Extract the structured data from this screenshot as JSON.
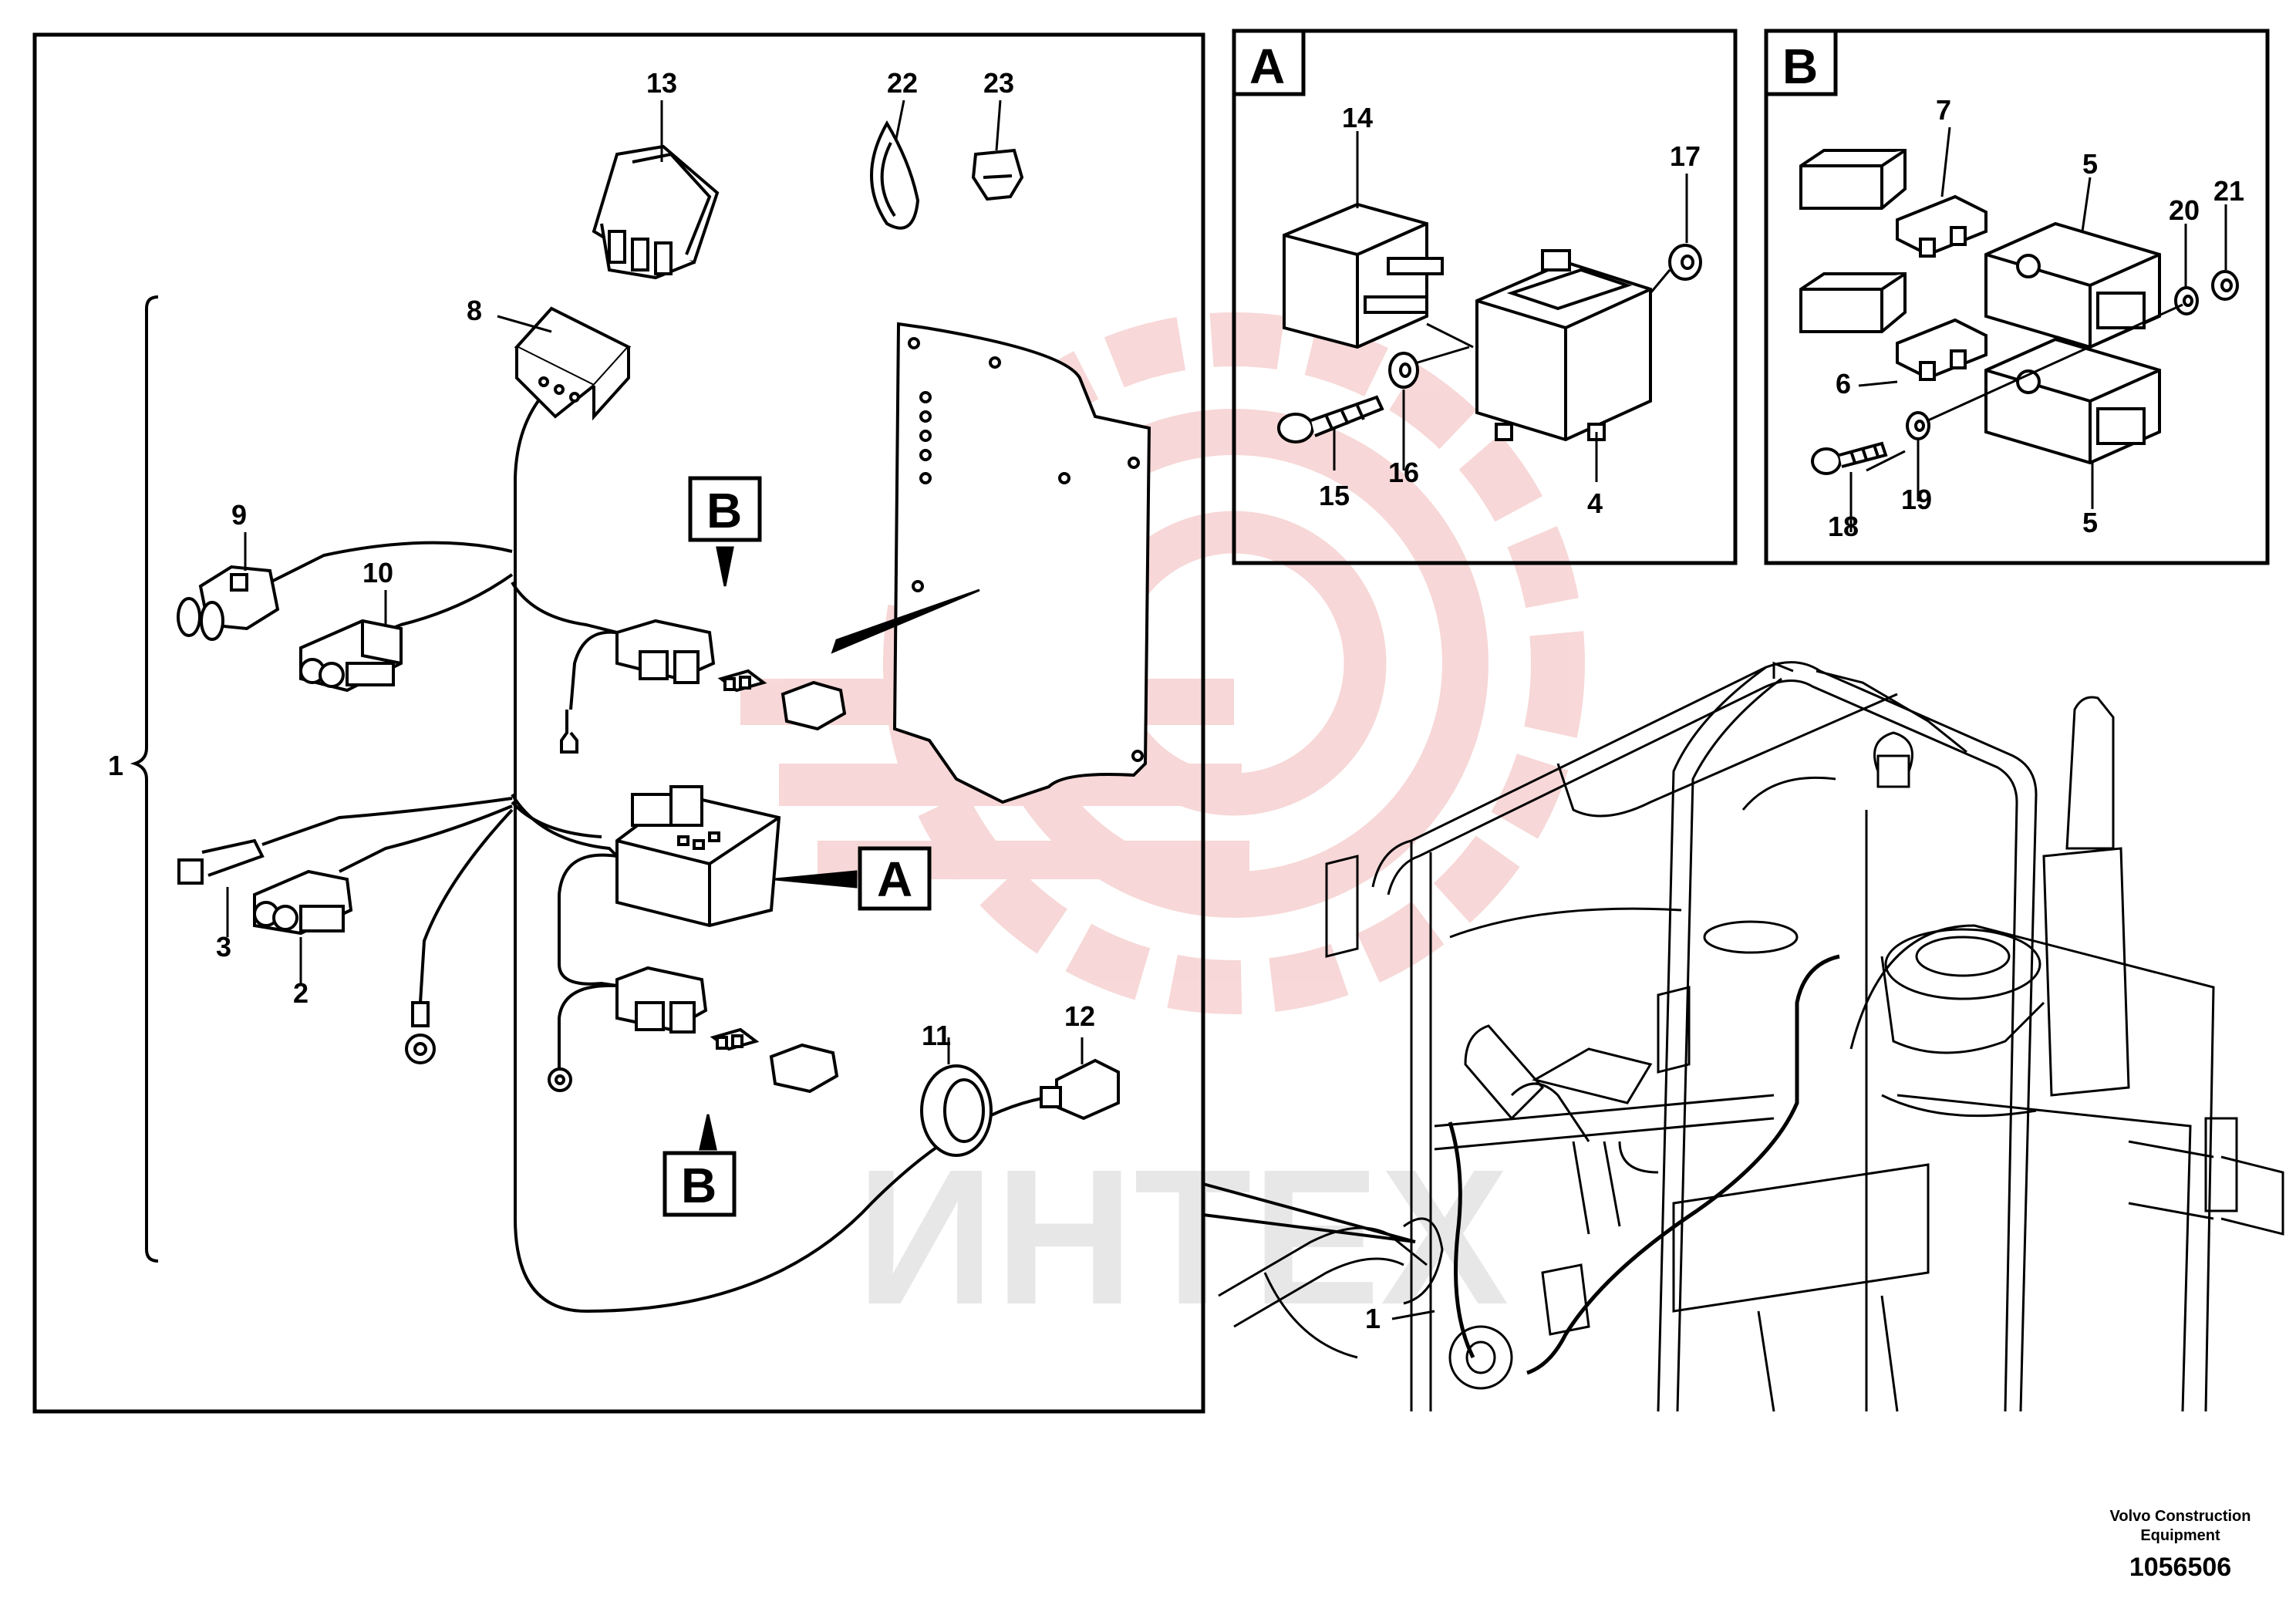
{
  "callouts": {
    "c1": "1",
    "c2": "2",
    "c3": "3",
    "c4": "4",
    "c5a": "5",
    "c5b": "5",
    "c6": "6",
    "c7": "7",
    "c8": "8",
    "c9": "9",
    "c10": "10",
    "c11": "11",
    "c12": "12",
    "c13": "13",
    "c14": "14",
    "c15": "15",
    "c16": "16",
    "c17": "17",
    "c18": "18",
    "c19": "19",
    "c20": "20",
    "c21": "21",
    "c22": "22",
    "c23": "23",
    "c1_machine": "1"
  },
  "detail_refs": {
    "ref_b_top": "B",
    "ref_a_mid": "A",
    "ref_b_bottom": "B"
  },
  "inset_a": {
    "letter": "A"
  },
  "inset_b": {
    "letter": "B"
  },
  "footer": {
    "credit_line1": "Volvo Construction",
    "credit_line2": "Equipment",
    "part_number": "1056506"
  },
  "watermark": {
    "text": "ИНТЕХ",
    "color": "#f4c7c7"
  },
  "colors": {
    "line": "#000000",
    "watermark_red": "#f2b8b8",
    "watermark_grey": "#d8d8d8"
  }
}
